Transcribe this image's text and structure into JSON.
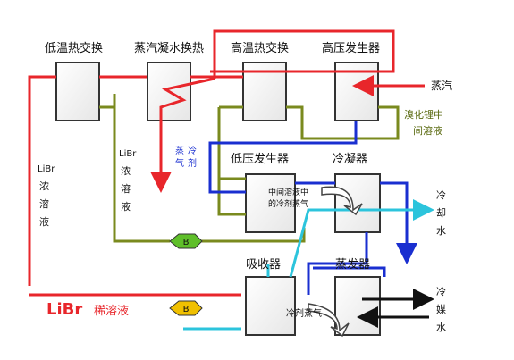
{
  "labels": {
    "low_temp_hx": "低温热交换",
    "steam_condensate_hx": "蒸汽凝水换热",
    "high_temp_hx": "高温热交换",
    "high_pressure_gen": "高压发生器",
    "steam": "蒸汽",
    "libr_intermediate": [
      "溴化锂中",
      "间溶液"
    ],
    "refrigerant_vapor": [
      "蒸",
      "冷",
      "气",
      "剂"
    ],
    "low_pressure_gen": "低压发生器",
    "condenser": "冷凝器",
    "intermediate_solution_vapor": [
      "中间溶液中",
      "的冷剂蒸气"
    ],
    "cooling_water": [
      "冷",
      "却",
      "水"
    ],
    "libr_concentrated_left": [
      "LiBr",
      "浓",
      "溶",
      "液"
    ],
    "libr_concentrated_mid": [
      "LiBr",
      "浓",
      "溶",
      "液"
    ],
    "pump_b_upper": "B",
    "absorber": "吸收器",
    "evaporator": "蒸发器",
    "libr": "LiBr",
    "dilute_solution": "稀溶液",
    "pump_b_lower": "B",
    "refrigerant_vapor2": "冷剂蒸气",
    "chilled_water": [
      "冷",
      "媒",
      "水"
    ]
  },
  "colors": {
    "red": "#e8262b",
    "olive": "#7a8a1e",
    "blue": "#1a2fd0",
    "cyan": "#2cc4dc",
    "black": "#111111",
    "pump_fill": "#5fbf2a",
    "pump2_fill": "#f0c000"
  }
}
